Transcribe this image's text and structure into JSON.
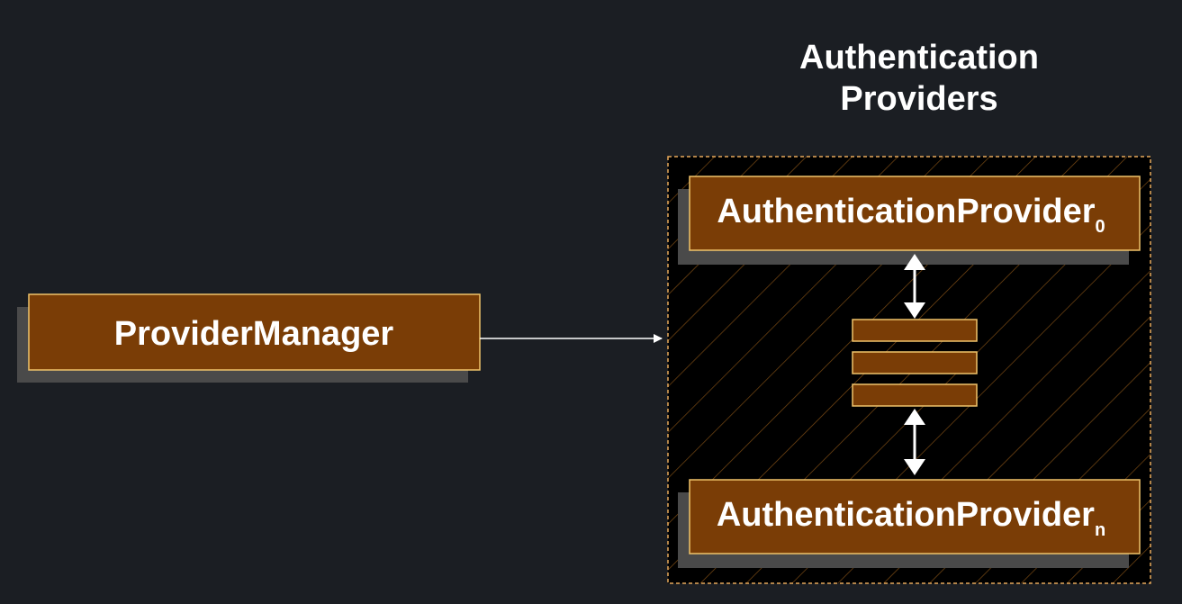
{
  "diagram": {
    "group_title_line1": "Authentication",
    "group_title_line2": "Providers",
    "manager_label": "ProviderManager",
    "provider_first": {
      "name": "AuthenticationProvider",
      "subscript": "0"
    },
    "provider_last": {
      "name": "AuthenticationProvider",
      "subscript": "n"
    }
  },
  "colors": {
    "background": "#1b1e23",
    "box_fill": "#7a3d06",
    "box_border": "#f0c36a",
    "shadow": "#4a4a4a",
    "group_border": "#e8a95a",
    "hatch": "#7a4a14",
    "group_fill": "#000000",
    "text": "#ffffff",
    "arrow": "#ffffff"
  }
}
